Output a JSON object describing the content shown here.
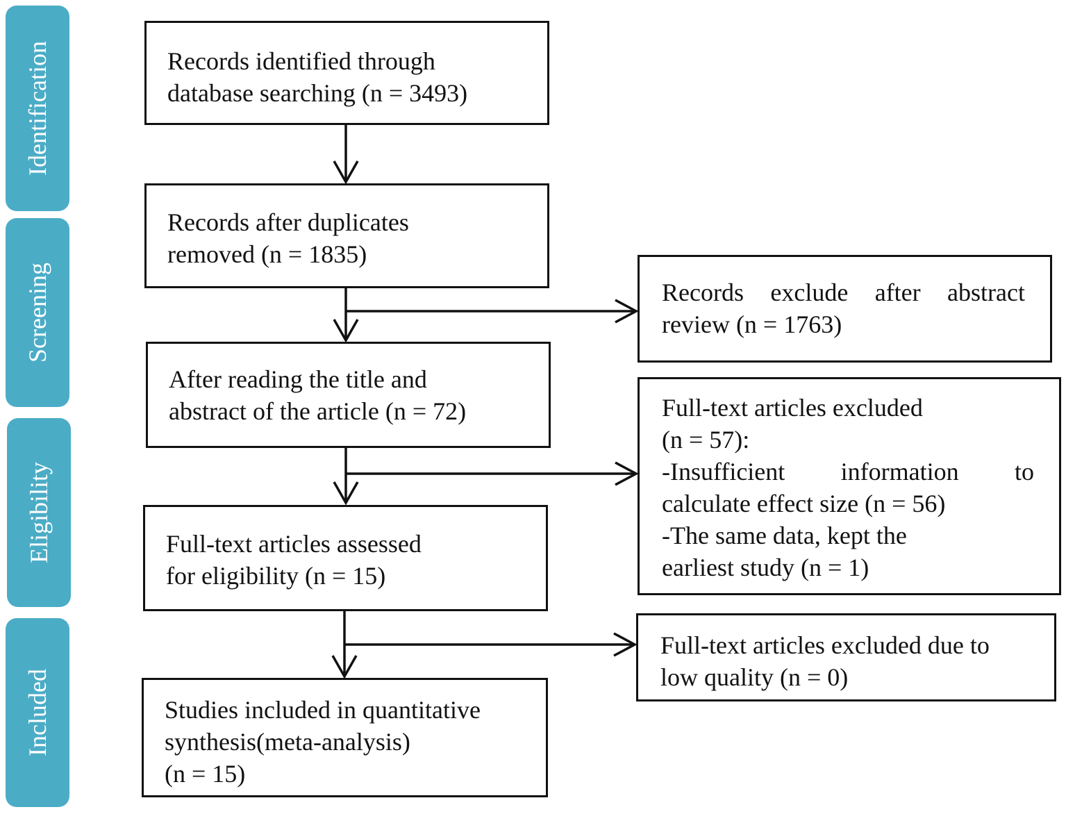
{
  "stages": {
    "identification": "Identification",
    "screening": "Screening",
    "eligibility": "Eligibility",
    "included": "Included"
  },
  "boxes": {
    "identified": [
      "Records identified through",
      "database searching (n = 3493)"
    ],
    "after_duplicates": [
      "Records after duplicates",
      "removed (n = 1835)"
    ],
    "after_reading": [
      "After reading the title and",
      "abstract of the article (n = 72)"
    ],
    "assessed": [
      "Full-text articles assessed",
      "for eligibility (n = 15)"
    ],
    "included": [
      "Studies included in quantitative",
      "synthesis(meta-analysis)",
      "(n = 15)"
    ],
    "excluded_abstract": [
      "Records exclude after abstract",
      "review (n = 1763)"
    ],
    "excluded_fulltext": [
      "Full-text articles excluded",
      "(n = 57):",
      "-Insufficient information to",
      "calculate effect size (n = 56)",
      "-The same data, kept the",
      "earliest study (n = 1)"
    ],
    "excluded_quality": [
      "Full-text articles excluded due to",
      "low quality (n = 0)"
    ]
  },
  "colors": {
    "stage_fill": "#4bacc6",
    "stage_text": "#ffffff",
    "stroke": "#111111"
  }
}
